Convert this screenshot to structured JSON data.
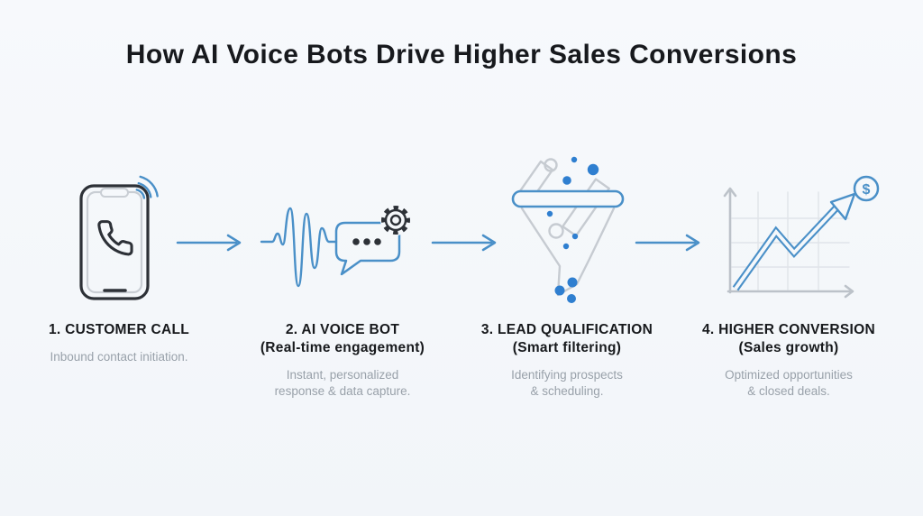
{
  "title": "How AI Voice Bots Drive Higher Sales Conversions",
  "colors": {
    "background": "#f5f8fb",
    "accent_blue": "#4a90c8",
    "dot_blue": "#2f7fd0",
    "dark_stroke": "#2d3137",
    "icon_gray": "#c6cbd1",
    "heading_text": "#17191c",
    "description_text": "#99a1aa"
  },
  "steps": [
    {
      "icon": "ringing-phone",
      "heading": "1. CUSTOMER CALL",
      "subheading": "",
      "description_line1": "Inbound contact initiation.",
      "description_line2": ""
    },
    {
      "icon": "voice-waveform-chat-gear",
      "heading": "2. AI VOICE BOT",
      "subheading": "(Real-time engagement)",
      "description_line1": "Instant, personalized",
      "description_line2": "response & data capture."
    },
    {
      "icon": "lead-funnel",
      "heading": "3. LEAD QUALIFICATION",
      "subheading": "(Smart filtering)",
      "description_line1": "Identifying prospects",
      "description_line2": "& scheduling."
    },
    {
      "icon": "growth-chart-dollar",
      "heading": "4. HIGHER CONVERSION",
      "subheading": "(Sales growth)",
      "description_line1": "Optimized opportunities",
      "description_line2": "& closed deals."
    }
  ],
  "icons": {
    "dollar_symbol": "$"
  }
}
